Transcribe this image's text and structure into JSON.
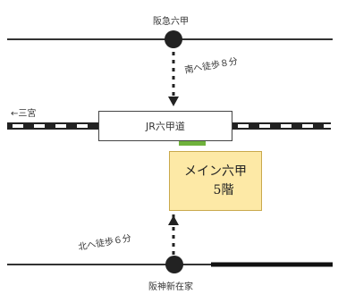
{
  "stations": {
    "top": "阪急六甲",
    "middle": "JR六甲道",
    "bottom": "阪神新在家"
  },
  "directions": {
    "top_walk": "南へ徒歩８分",
    "bottom_walk": "北へ徒歩６分",
    "left_arrow": "←三宮"
  },
  "highlight": {
    "name": "メイン六甲",
    "floor": "5階"
  },
  "colors": {
    "line": "#222222",
    "highlight_fill": "#fde9a6",
    "highlight_border": "#c9a94c",
    "green_accent": "#6fb23c"
  }
}
